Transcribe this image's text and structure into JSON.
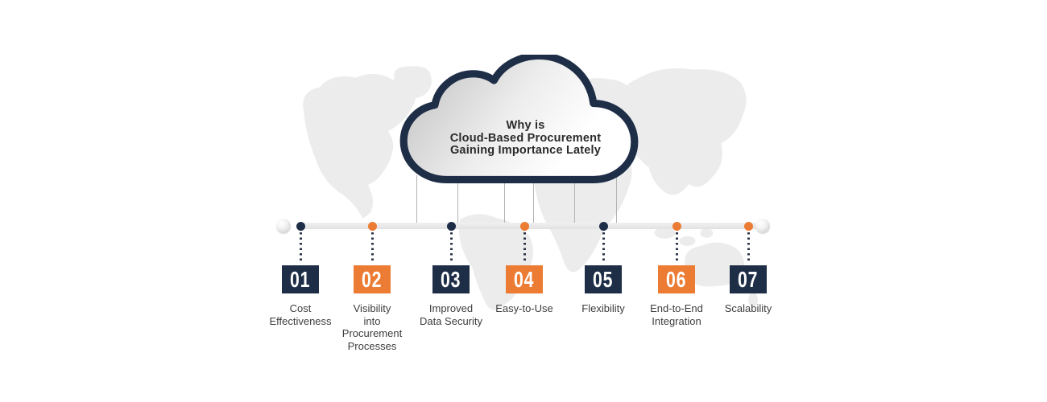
{
  "infographic": {
    "title_lines": [
      "Why is",
      "Cloud-Based Procurement",
      "Gaining Importance Lately"
    ]
  },
  "colors": {
    "navy": "#1E2E47",
    "orange": "#EC7C33",
    "map_gray": "#ECECEC",
    "bar_gray": "#E9E9E9",
    "text_dark": "#2B2B2B"
  },
  "timeline": {
    "items": [
      {
        "number": "01",
        "label": "Cost\nEffectiveness",
        "box_color": "#1E2E47",
        "dot_color": "#1E2E47"
      },
      {
        "number": "02",
        "label": "Visibility\ninto\nProcurement\nProcesses",
        "box_color": "#EC7C33",
        "dot_color": "#EC7C33"
      },
      {
        "number": "03",
        "label": "Improved\nData Security",
        "box_color": "#1E2E47",
        "dot_color": "#1E2E47"
      },
      {
        "number": "04",
        "label": "Easy-to-Use",
        "box_color": "#EC7C33",
        "dot_color": "#EC7C33"
      },
      {
        "number": "05",
        "label": "Flexibility",
        "box_color": "#1E2E47",
        "dot_color": "#1E2E47"
      },
      {
        "number": "06",
        "label": "End-to-End\nIntegration",
        "box_color": "#EC7C33",
        "dot_color": "#EC7C33"
      },
      {
        "number": "07",
        "label": "Scalability",
        "box_color": "#1E2E47",
        "dot_color": "#EC7C33"
      }
    ]
  }
}
